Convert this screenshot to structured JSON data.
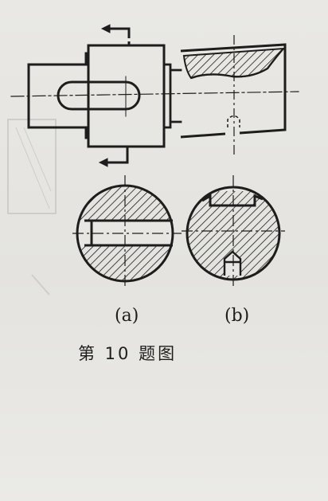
{
  "labels": {
    "view_a": "(a)",
    "view_b": "(b)"
  },
  "caption": "第 10 题图",
  "colors": {
    "ink": "#1d1d1d",
    "paper": "#e8e7e3"
  }
}
